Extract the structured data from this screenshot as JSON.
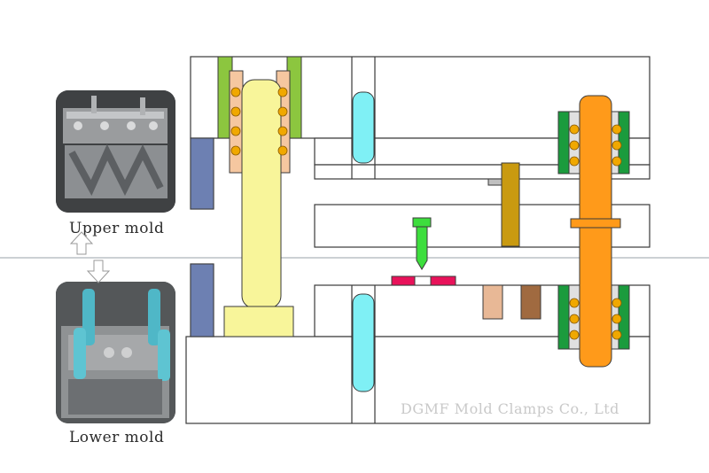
{
  "labels": {
    "upper": "Upper mold",
    "lower": "Lower mold"
  },
  "watermark": "DGMF Mold Clamps Co., Ltd",
  "colors": {
    "outline": "#3a3a3a",
    "guide_post": "#f8f59a",
    "clamp_green": "#8cc63f",
    "bushing": "#f5c7a0",
    "ball": "#f0a800",
    "orange_post": "#ff9a1a",
    "cyan_spring": "#7ff0f5",
    "blue_bar": "#6d80b2",
    "punch": "#3dde3d",
    "stripper": "#c99a10",
    "red_part": "#e8125a",
    "dark_green": "#1b9b3d",
    "block_tan": "#e8b896",
    "block_brown": "#a06a40",
    "centerline": "#9aa0a8"
  },
  "icons": [
    "up-arrow-icon",
    "down-arrow-icon"
  ]
}
